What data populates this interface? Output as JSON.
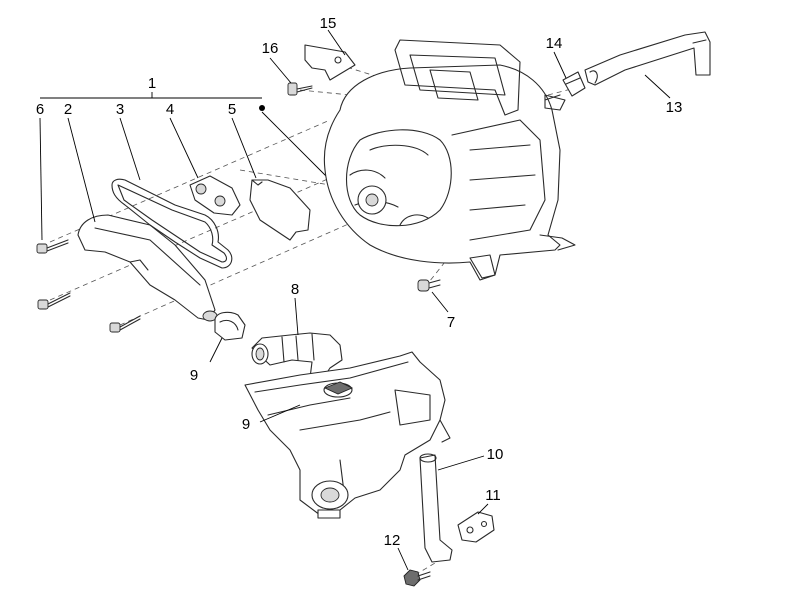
{
  "callouts": {
    "c1": "1",
    "c2": "2",
    "c3": "3",
    "c4": "4",
    "c5": "5",
    "c6": "6",
    "c7": "7",
    "c8": "8",
    "c9a": "9",
    "c9b": "9",
    "c10": "10",
    "c11": "11",
    "c12": "12",
    "c13": "13",
    "c14": "14",
    "c15": "15",
    "c16": "16"
  },
  "colors": {
    "line": "#2a2a2a",
    "shade": "#d9d9d9",
    "background": "#ffffff"
  }
}
